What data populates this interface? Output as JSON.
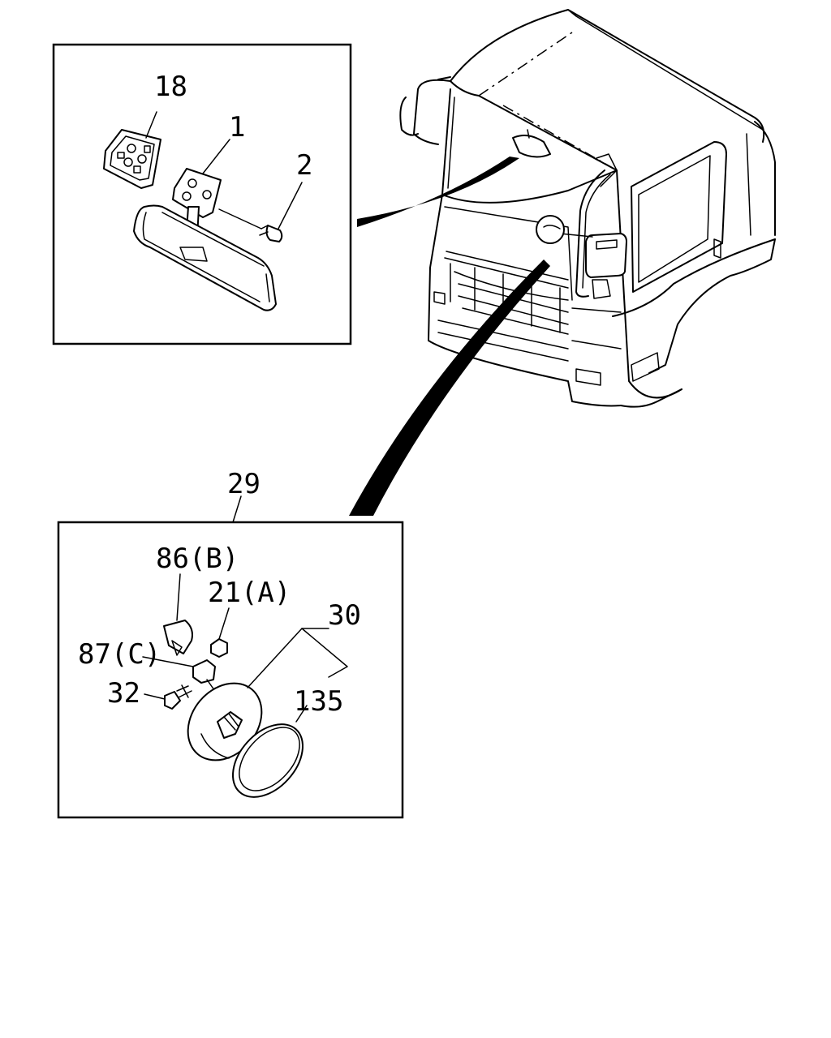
{
  "callouts": {
    "p18": "18",
    "p1": "1",
    "p2": "2",
    "p29": "29",
    "p86": "86(B)",
    "p21": "21(A)",
    "p30": "30",
    "p87": "87(C)",
    "p32": "32",
    "p135": "135"
  },
  "colors": {
    "line": "#000000",
    "background": "#ffffff"
  }
}
